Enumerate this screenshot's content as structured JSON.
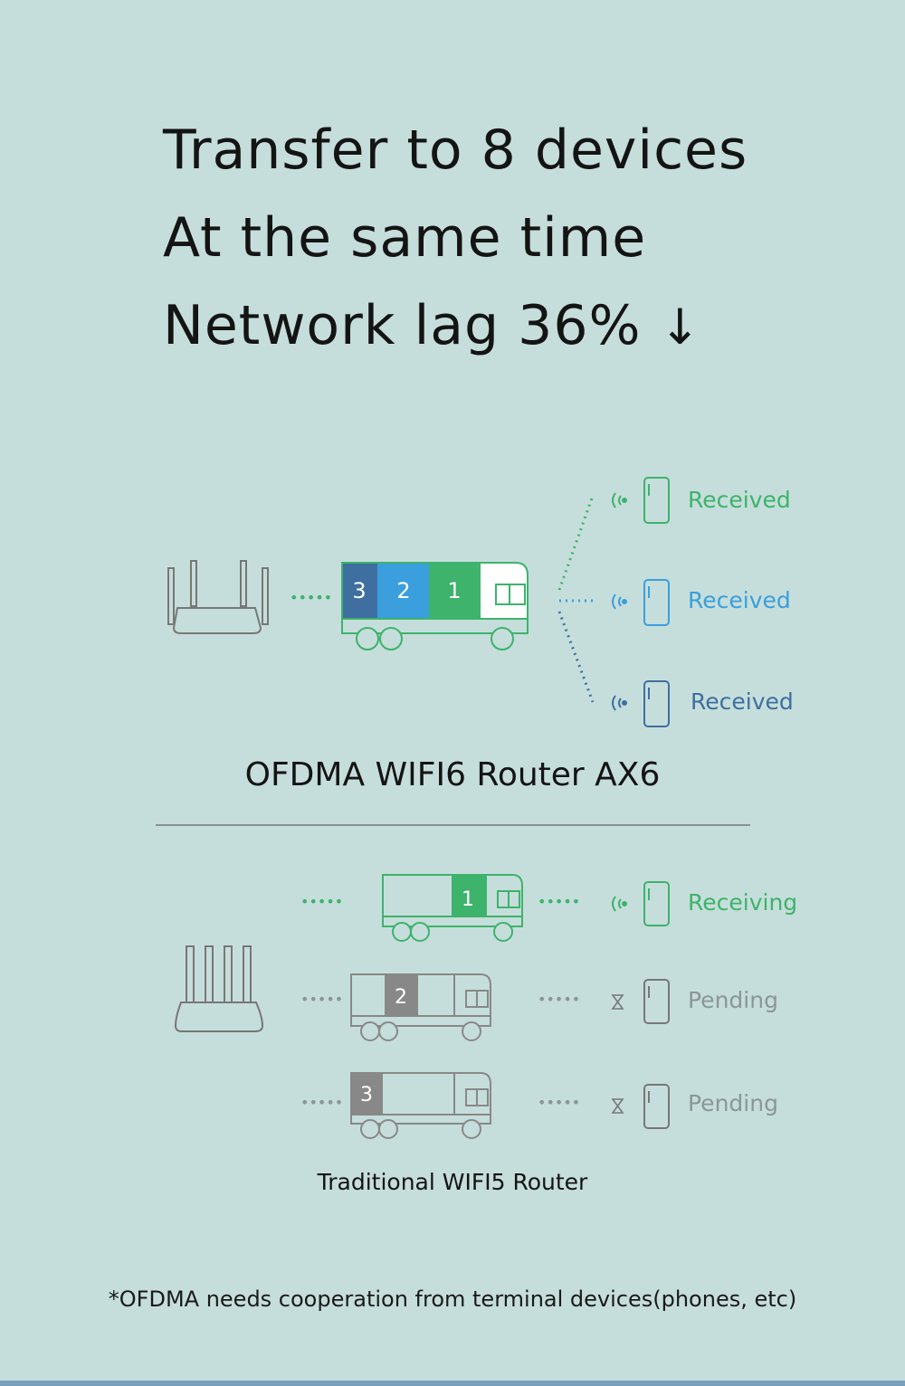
{
  "headline": {
    "line1": "Transfer to 8 devices",
    "line2": "At the same time",
    "line3": "Network lag 36%",
    "arrow": "↓"
  },
  "ofdma": {
    "packets": [
      "3",
      "2",
      "1"
    ],
    "devices": [
      {
        "status": "Received",
        "color": "#3db36b"
      },
      {
        "status": "Received",
        "color": "#3a9fdc"
      },
      {
        "status": "Received",
        "color": "#3e6fa0"
      }
    ],
    "caption": "OFDMA WIFI6 Router AX6"
  },
  "wifi5": {
    "packets": [
      "1",
      "2",
      "3"
    ],
    "devices": [
      {
        "status": "Receiving",
        "color": "#3db36b"
      },
      {
        "status": "Pending",
        "color": "#8a9796"
      },
      {
        "status": "Pending",
        "color": "#8a9796"
      }
    ],
    "caption": "Traditional WIFI5 Router"
  },
  "footnote": "*OFDMA needs cooperation from terminal devices(phones, etc)",
  "colors": {
    "background": "#c6dedb",
    "green": "#3db36b",
    "light_blue": "#3a9fdc",
    "dark_blue": "#3e6fa0",
    "gray": "#8a9796",
    "line_gray": "#666666"
  }
}
